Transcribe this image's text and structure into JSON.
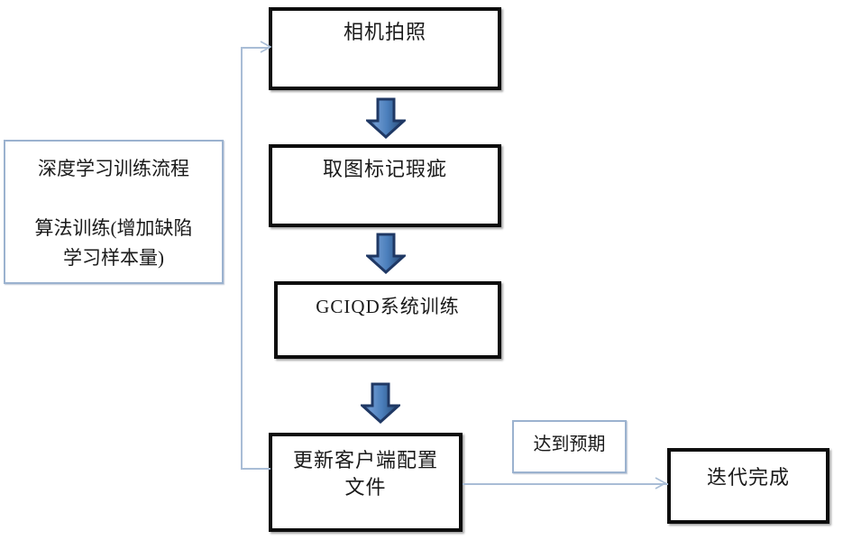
{
  "diagram": {
    "type": "flowchart",
    "title_text": "",
    "colors": {
      "node_border": "#0d0d0d",
      "node_fill": "#ffffff",
      "infobox_border": "#9bb2cf",
      "connector": "#a9bdd6",
      "block_arrow_fill": "#4a7ebb",
      "block_arrow_stroke": "#1f3864",
      "text": "#1a1a1a"
    },
    "nodes": [
      {
        "id": "camera",
        "label": "相机拍照"
      },
      {
        "id": "mark",
        "label": "取图标记瑕疵"
      },
      {
        "id": "train",
        "label": "GCIQD系统训练"
      },
      {
        "id": "update",
        "label": "更新客户端配置\n文件"
      },
      {
        "id": "done",
        "label": "迭代完成"
      }
    ],
    "annotations": [
      {
        "id": "deep_learning",
        "label": "深度学习训练流程\n\n算法训练(增加缺陷\n学习样本量)"
      },
      {
        "id": "expectation",
        "label": "达到预期"
      }
    ],
    "edges": [
      {
        "id": "e1",
        "from": "camera",
        "to": "mark",
        "style": "block-arrow-down",
        "label": ""
      },
      {
        "id": "e2",
        "from": "mark",
        "to": "train",
        "style": "block-arrow-down",
        "label": ""
      },
      {
        "id": "e3",
        "from": "train",
        "to": "update",
        "style": "block-arrow-down",
        "label": ""
      },
      {
        "id": "e4",
        "from": "update",
        "to": "done",
        "style": "line-arrow-right",
        "label": "达到预期"
      },
      {
        "id": "e5",
        "from": "update",
        "to": "camera",
        "style": "line-arrow-feedback",
        "label": ""
      }
    ]
  }
}
